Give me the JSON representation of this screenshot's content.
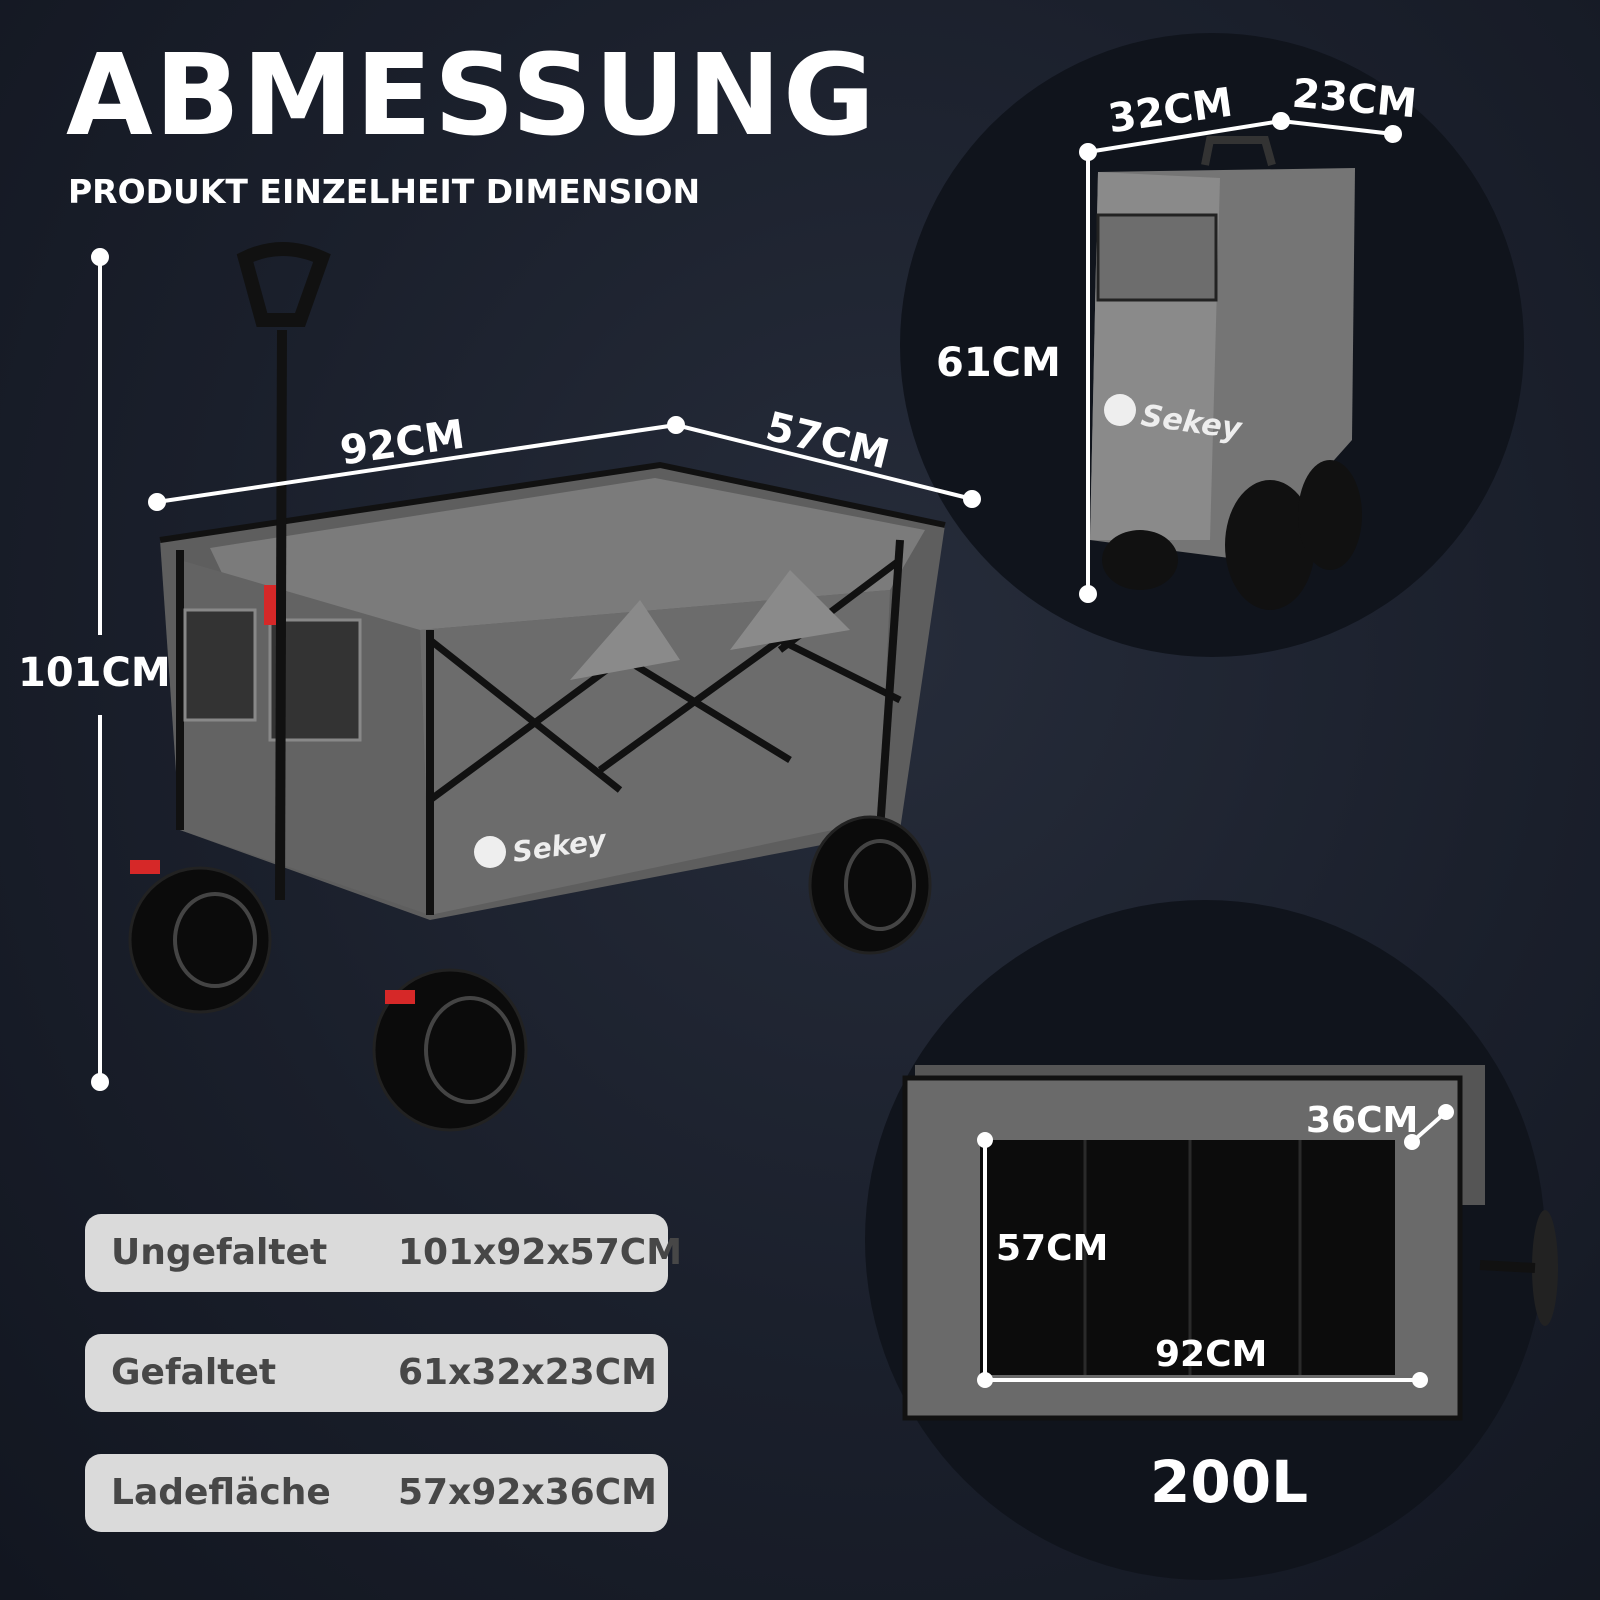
{
  "header": {
    "title": "ABMESSUNG",
    "subtitle": "PRODUKT EINZELHEIT DIMENSION"
  },
  "dimensions": {
    "height": "101CM",
    "length": "92CM",
    "width": "57CM",
    "folded_height": "61CM",
    "folded_width": "32CM",
    "folded_depth": "23CM",
    "bed_width": "57CM",
    "bed_length": "92CM",
    "bed_depth": "36CM"
  },
  "brand": "Sekey",
  "volume": "200L",
  "specs": [
    {
      "label": "Ungefaltet",
      "value": "101x92x57CM"
    },
    {
      "label": "Gefaltet",
      "value": "61x32x23CM"
    },
    {
      "label": "Ladefläche",
      "value": "57x92x36CM"
    }
  ],
  "colors": {
    "background": "#1a1f2b",
    "fabric": "#6e6e6e",
    "frame": "#111111",
    "accent": "#d62828",
    "spec_bg": "#dadada"
  }
}
